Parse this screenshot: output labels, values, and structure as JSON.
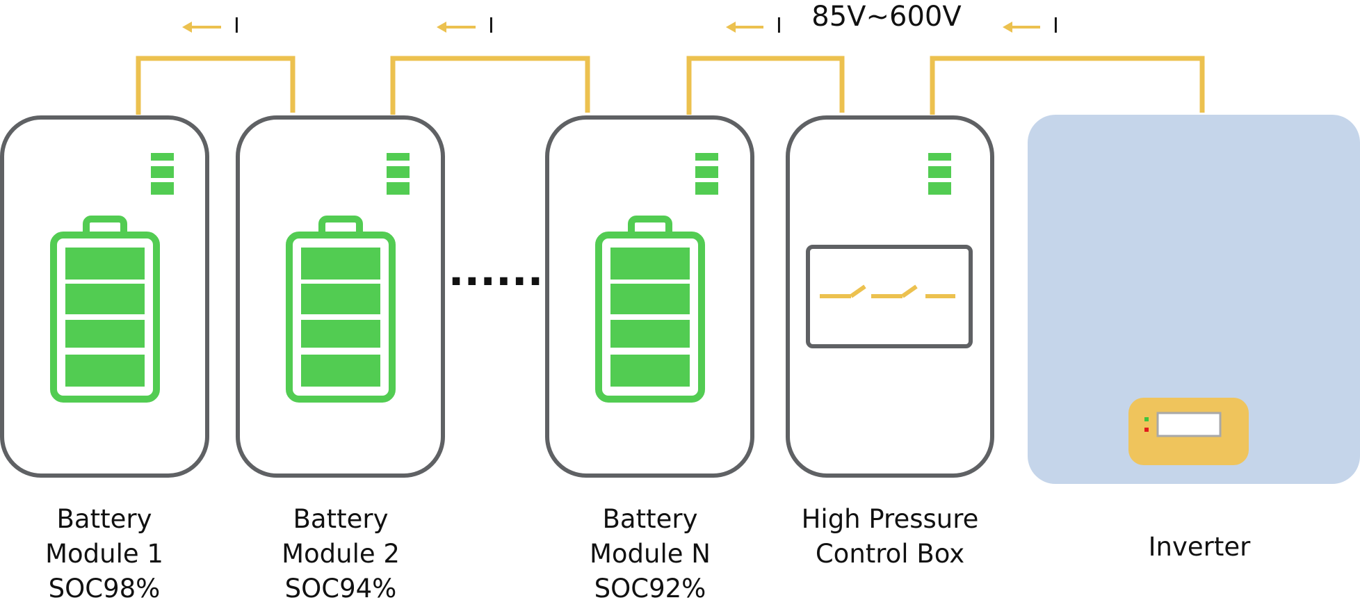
{
  "voltage_label": "85V~600V",
  "current_label": "I",
  "ellipsis": "......",
  "modules": [
    {
      "line1": "Battery",
      "line2": "Module 1",
      "soc": "SOC98%"
    },
    {
      "line1": "Battery",
      "line2": "Module 2",
      "soc": "SOC94%"
    },
    {
      "line1": "Battery",
      "line2": "Module N",
      "soc": "SOC92%"
    }
  ],
  "control_box": {
    "line1": "High Pressure",
    "line2": "Control Box"
  },
  "inverter": {
    "label": "Inverter"
  },
  "colors": {
    "outline": "#5f6164",
    "battery_green": "#52cc52",
    "wire": "#ecc14f",
    "inverter_body": "#c5d5ea",
    "inverter_panel": "#efc45c",
    "led_green": "#3ec43e",
    "led_red": "#e11b1b"
  }
}
